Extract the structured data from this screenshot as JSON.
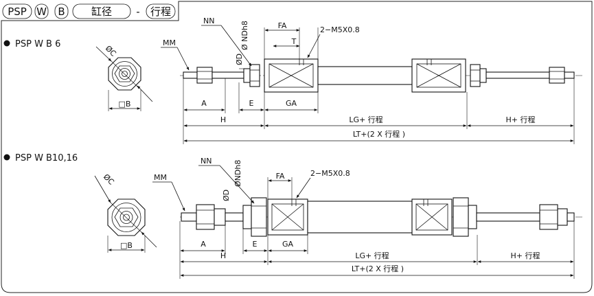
{
  "header": {
    "code_psp": "PSP",
    "code_w": "W",
    "code_b": "B",
    "bore_label": "缸径",
    "dash": "-",
    "stroke_label": "行程"
  },
  "sections": [
    {
      "title": "PSP  W B 6",
      "labels": {
        "phi_c": "ØC",
        "square_b": "□B",
        "mm": "MM",
        "nn": "NN",
        "phi_d": "ØD",
        "phi_ndh8": "Ø NDh8",
        "fa": "FA",
        "t": "T",
        "port": "2−M5X0.8",
        "a": "A",
        "e": "E",
        "ga": "GA",
        "h": "H",
        "lg": "LG+ 行程",
        "h_stroke": "H+ 行程",
        "lt": "LT+(2 X 行程 )"
      }
    },
    {
      "title": "PSP  W B10,16",
      "labels": {
        "phi_c": "ØC",
        "square_b": "□B",
        "mm": "MM",
        "nn": "NN",
        "phi_d": "ØD",
        "phi_ndh8": "ØNDh8",
        "fa": "FA",
        "port": "2−M5X0.8",
        "a": "A",
        "e": "E",
        "ga": "GA",
        "h": "H",
        "lg": "LG+ 行程",
        "h_stroke": "H+ 行程",
        "lt": "LT+(2 X 行程 )"
      }
    }
  ]
}
